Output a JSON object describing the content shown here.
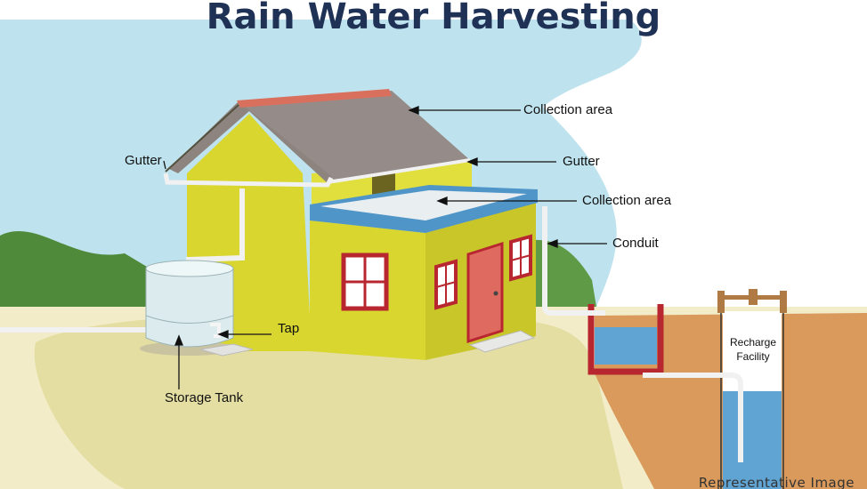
{
  "title": "Rain Water Harvesting",
  "labels": {
    "collection_area_roof": "Collection area",
    "gutter_left": "Gutter",
    "gutter_right": "Gutter",
    "collection_area_terrace": "Collection area",
    "conduit": "Conduit",
    "tap": "Tap",
    "storage_tank": "Storage Tank",
    "recharge_facility_line1": "Recharge",
    "recharge_facility_line2": "Facility"
  },
  "credit": "Representative Image",
  "colors": {
    "title": "#1f3256",
    "sky": "#bfe3ee",
    "wall": "#d8d62f",
    "roof": "#958c89",
    "roof_edge": "#d9705d",
    "terrace_rim": "#4f95c8",
    "door": "#df6a60",
    "window_frame": "#b8262f",
    "soil": "#d99a5b",
    "water": "#5fa4d3",
    "pipe": "#f1f1f1",
    "grass": "#e4dea3",
    "hills": "#4f8a3a"
  }
}
